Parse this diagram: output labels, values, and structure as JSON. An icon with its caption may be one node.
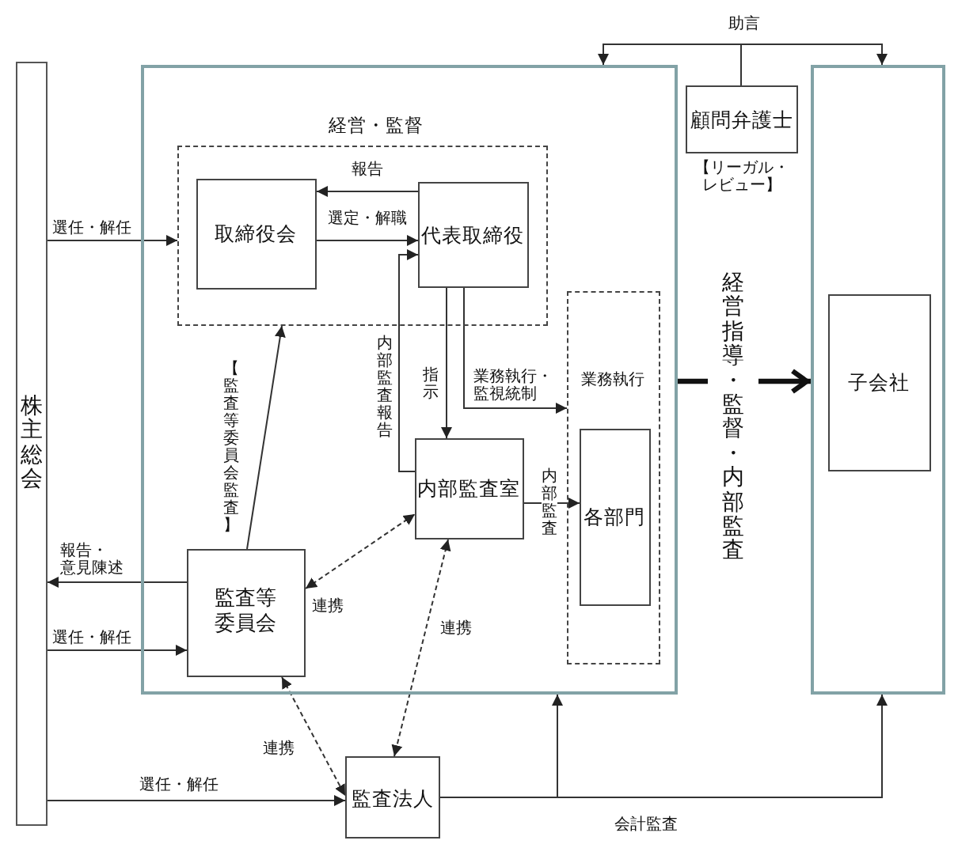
{
  "diagram": {
    "nodes": [
      {
        "text": [
          "株主総会"
        ]
      },
      {
        "text": [],
        "shape": "box"
      },
      {
        "text": [
          "経営・監督"
        ],
        "in": 1
      },
      {
        "text": [
          "取締役会"
        ],
        "in": 2
      },
      {
        "text": [
          "代表取締役"
        ],
        "in": 2
      },
      {
        "text": [
          "業務執行"
        ],
        "in": 1
      },
      {
        "text": [
          "各部門"
        ],
        "in": 5
      },
      {
        "text": [
          "内部監査室"
        ],
        "in": 1
      },
      {
        "text": [
          "監査等委員会"
        ],
        "in": 1
      },
      {
        "text": [
          "顧問弁護士"
        ],
        "beside": [
          "【リーガル・レビュー】"
        ]
      },
      {
        "text": [],
        "shape": "box"
      },
      {
        "text": [
          "子会社"
        ],
        "in": 10
      },
      {
        "text": [
          "監査法人"
        ]
      }
    ],
    "edges": [
      {
        "from": 9,
        "to": 1,
        "arrow": "to",
        "label": "助言"
      },
      {
        "from": 9,
        "to": 10,
        "arrow": "to"
      },
      {
        "from": 0,
        "to": 2,
        "arrow": "to",
        "label": "選任・解任"
      },
      {
        "from": 4,
        "to": 3,
        "arrow": "to",
        "label": "報告"
      },
      {
        "from": 3,
        "to": 4,
        "arrow": "to",
        "label": "選定・解職"
      },
      {
        "from": 7,
        "to": 4,
        "arrow": "to",
        "label": "内部監査報告"
      },
      {
        "from": 4,
        "to": 7,
        "arrow": "to",
        "label": "指示"
      },
      {
        "from": 4,
        "to": 5,
        "arrow": "to",
        "label": "業務執行・監視統制"
      },
      {
        "from": 7,
        "to": 6,
        "arrow": "to",
        "label": "内部監査"
      },
      {
        "from": 8,
        "to": 2,
        "arrow": "to",
        "label": "【監査等委員会監査】"
      },
      {
        "from": 8,
        "to": 0,
        "arrow": "to",
        "label": "報告・意見陳述"
      },
      {
        "from": 0,
        "to": 8,
        "arrow": "to",
        "label": "選任・解任"
      },
      {
        "from": 8,
        "to": 7,
        "arrow": "both",
        "label": "連携",
        "style": "dashed"
      },
      {
        "from": 7,
        "to": 12,
        "arrow": "both",
        "label": "連携",
        "style": "dashed"
      },
      {
        "from": 8,
        "to": 12,
        "arrow": "both",
        "label": "連携",
        "style": "dashed"
      },
      {
        "from": 0,
        "to": 12,
        "arrow": "to",
        "label": "選任・解任"
      },
      {
        "from": 12,
        "to": 1,
        "arrow": "to"
      },
      {
        "from": 12,
        "to": 10,
        "arrow": "to",
        "label": "会計監査"
      },
      {
        "from": 1,
        "to": 10,
        "arrow": "to",
        "label": "経営指導・監督・内部監査",
        "style": "thick"
      }
    ]
  }
}
